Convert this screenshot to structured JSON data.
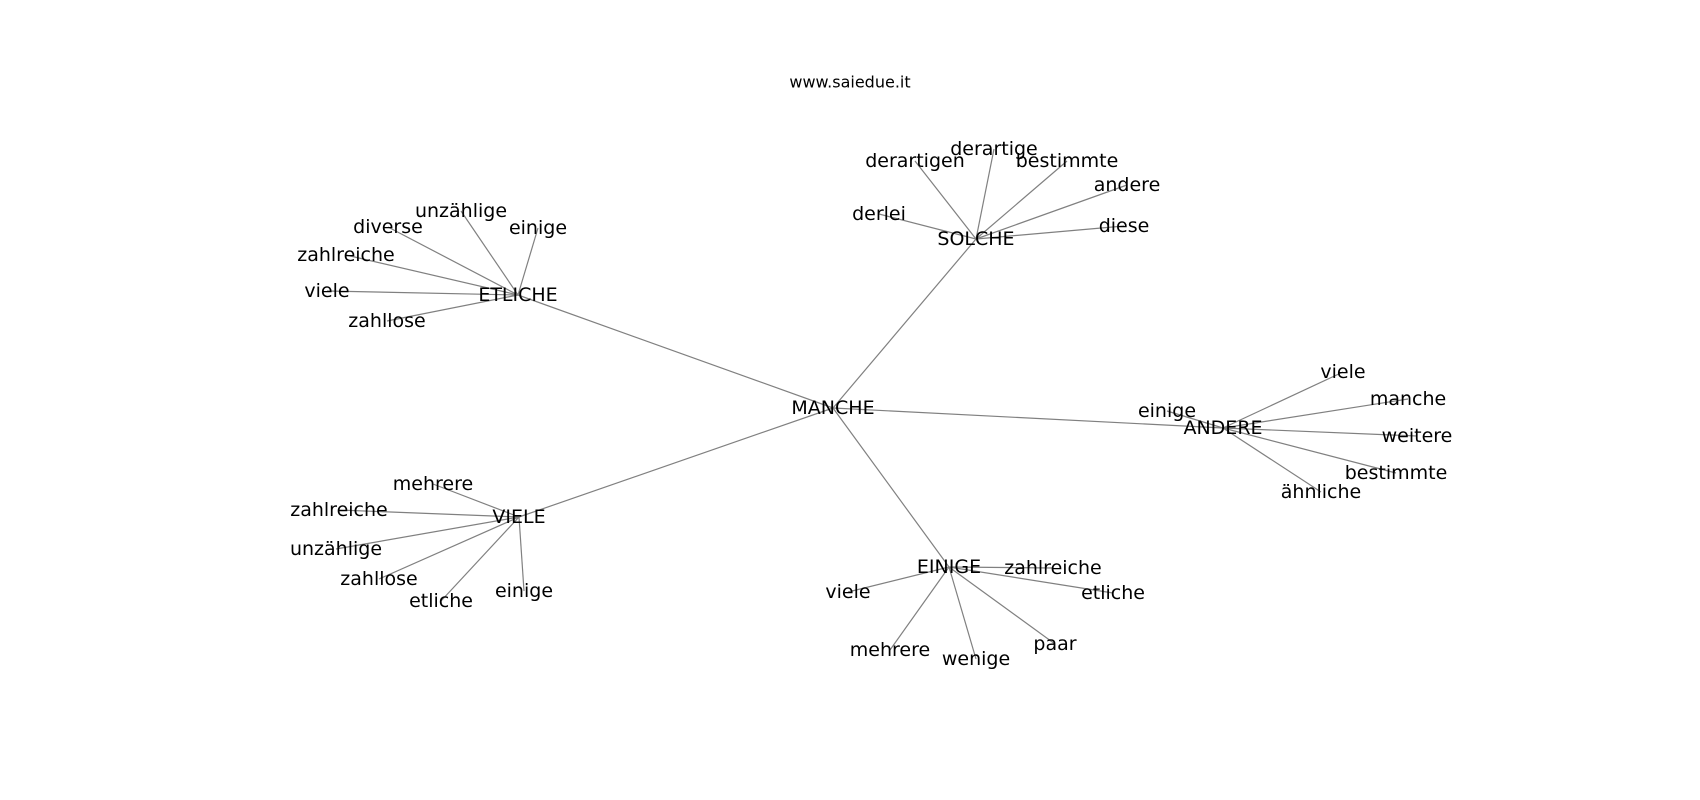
{
  "caption": "www.saiedue.it",
  "graph": {
    "root": "MANCHE",
    "hubs": [
      {
        "id": "solche",
        "label": "SOLCHE",
        "leaves": [
          "derartigen",
          "derartige",
          "bestimmte",
          "andere",
          "diese",
          "derlei"
        ]
      },
      {
        "id": "etliche",
        "label": "ETLICHE",
        "leaves": [
          "unzählige",
          "diverse",
          "einige",
          "zahlreiche",
          "viele",
          "zahllose"
        ]
      },
      {
        "id": "andere",
        "label": "ANDERE",
        "leaves": [
          "viele",
          "manche",
          "einige",
          "weitere",
          "bestimmte",
          "ähnliche"
        ]
      },
      {
        "id": "viele",
        "label": "VIELE",
        "leaves": [
          "mehrere",
          "zahlreiche",
          "unzählige",
          "zahllose",
          "etliche",
          "einige"
        ]
      },
      {
        "id": "einige",
        "label": "EINIGE",
        "leaves": [
          "zahlreiche",
          "etliche",
          "viele",
          "mehrere",
          "wenige",
          "paar"
        ]
      }
    ]
  }
}
